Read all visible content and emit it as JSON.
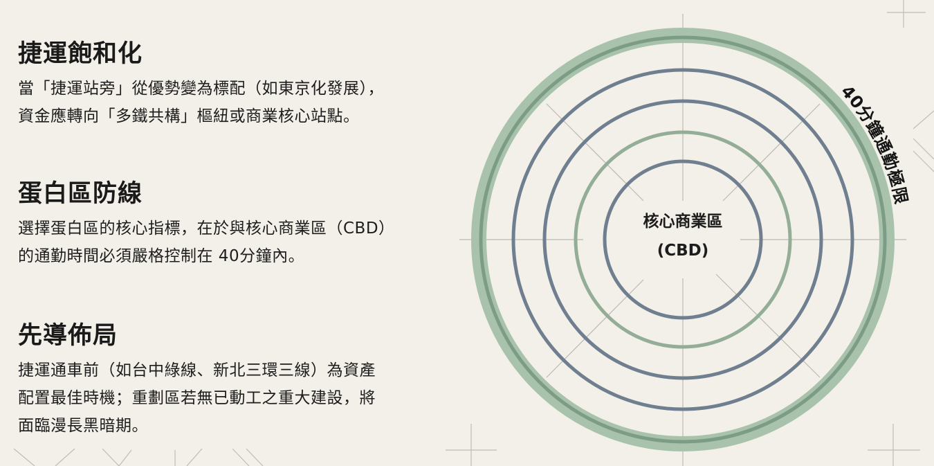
{
  "sections": [
    {
      "title": "捷運飽和化",
      "lines": [
        "當「捷運站旁」從優勢變為標配（如東京化發展），",
        "資金應轉向「多鐵共構」樞紐或商業核心站點。"
      ]
    },
    {
      "title": "蛋白區防線",
      "lines": [
        "選擇蛋白區的核心指標，在於與核心商業區（CBD）",
        "的通勤時間必須嚴格控制在 40分鐘內。"
      ]
    },
    {
      "title": "先導佈局",
      "lines": [
        "捷運通車前（如台中綠線、新北三環三線）為資產",
        "配置最佳時機；重劃區若無已動工之重大建設，將",
        "面臨漫長黑暗期。"
      ]
    }
  ],
  "diagram": {
    "center_label_line1": "核心商業區",
    "center_label_line2": "(CBD)",
    "outer_ring_label": "40分鐘通勤極限",
    "colors": {
      "background": "#f2f0e8",
      "green_band": "#a9c2ac",
      "green_line": "#7d9c85",
      "blue_ring": "#6f7f8f",
      "grid": "#b7b7b2"
    }
  }
}
